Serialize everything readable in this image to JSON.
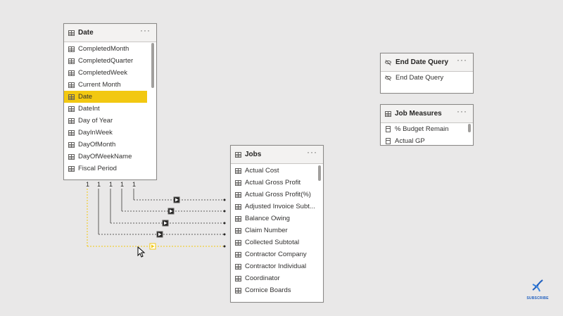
{
  "date_table": {
    "title": "Date",
    "fields": [
      "CompletedMonth",
      "CompletedQuarter",
      "CompletedWeek",
      "Current Month",
      "Date",
      "DateInt",
      "Day of Year",
      "DayInWeek",
      "DayOfMonth",
      "DayOfWeekName",
      "Fiscal Period"
    ],
    "selected_field": "Date"
  },
  "end_date_query": {
    "title": "End Date Query",
    "fields": [
      "End Date Query"
    ]
  },
  "job_measures": {
    "title": "Job Measures",
    "fields": [
      "% Budget Remain",
      "Actual GP"
    ]
  },
  "jobs_table": {
    "title": "Jobs",
    "fields": [
      "Actual Cost",
      "Actual Gross Profit",
      "Actual Gross Profit(%)",
      "Adjusted Invoice Subt...",
      "Balance Owing",
      "Claim Number",
      "Collected Subtotal",
      "Contractor Company",
      "Contractor Individual",
      "Coordinator",
      "Cornice Boards"
    ]
  },
  "relationships": {
    "cardinality_labels": [
      "1",
      "1",
      "1",
      "1",
      "1"
    ],
    "count": 5,
    "active_color": "#f2c811",
    "inactive_color": "#605e5c"
  },
  "icons": {
    "more": "ellipsis-icon",
    "table_field": "table-column-icon",
    "measure_field": "calculator-icon",
    "hidden_field": "eye-hidden-icon",
    "logo": "dna-icon"
  },
  "logo": {
    "text": "SUBSCRIBE"
  }
}
